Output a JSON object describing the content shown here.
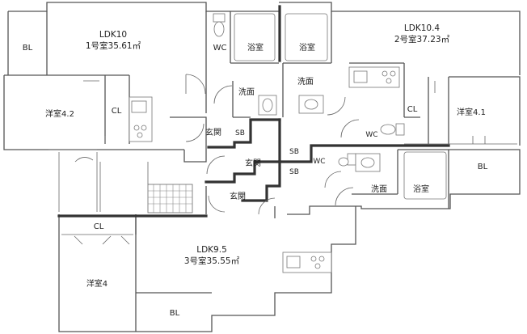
{
  "units": [
    {
      "id": "unit1",
      "type": "LDK10",
      "area": "1号室35.61㎡"
    },
    {
      "id": "unit2",
      "type": "LDK10.4",
      "area": "2号室37.23㎡"
    },
    {
      "id": "unit3",
      "type": "LDK9.5",
      "area": "3号室35.55㎡"
    }
  ],
  "rooms": {
    "bl_top_left": "BL",
    "wc_1": "WC",
    "bath_1": "浴室",
    "bath_2": "浴室",
    "washroom_1": "洗面",
    "washroom_2": "洗面",
    "westroom_1": "洋室4.2",
    "cl_1": "CL",
    "cl_2": "CL",
    "westroom_2": "洋室4.1",
    "genkan_1": "玄関",
    "sb_1": "SB",
    "sb_2": "SB",
    "sb_3": "SB",
    "genkan_2": "玄関",
    "wc_2": "WC",
    "wc_3": "WC",
    "bl_right": "BL",
    "genkan_3": "玄関",
    "washroom_3": "洗面",
    "bath_3": "浴室",
    "cl_3": "CL",
    "westroom_3": "洋室4",
    "bl_bottom": "BL"
  }
}
